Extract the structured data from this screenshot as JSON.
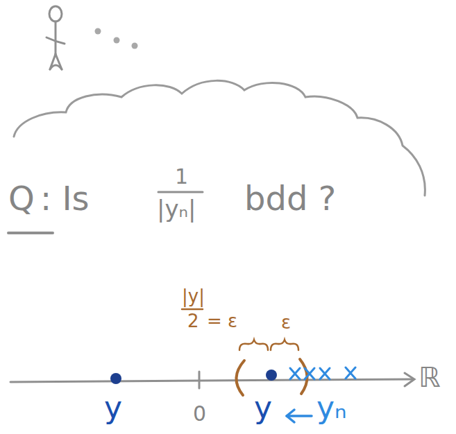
{
  "diagram": {
    "labels": [
      "Q",
      ": Is",
      "1",
      "|yₙ|",
      "bdd ?",
      "|y|",
      "2",
      "= ε",
      "ε",
      "ℝ",
      "y",
      "0",
      "y",
      "yₙ"
    ]
  }
}
